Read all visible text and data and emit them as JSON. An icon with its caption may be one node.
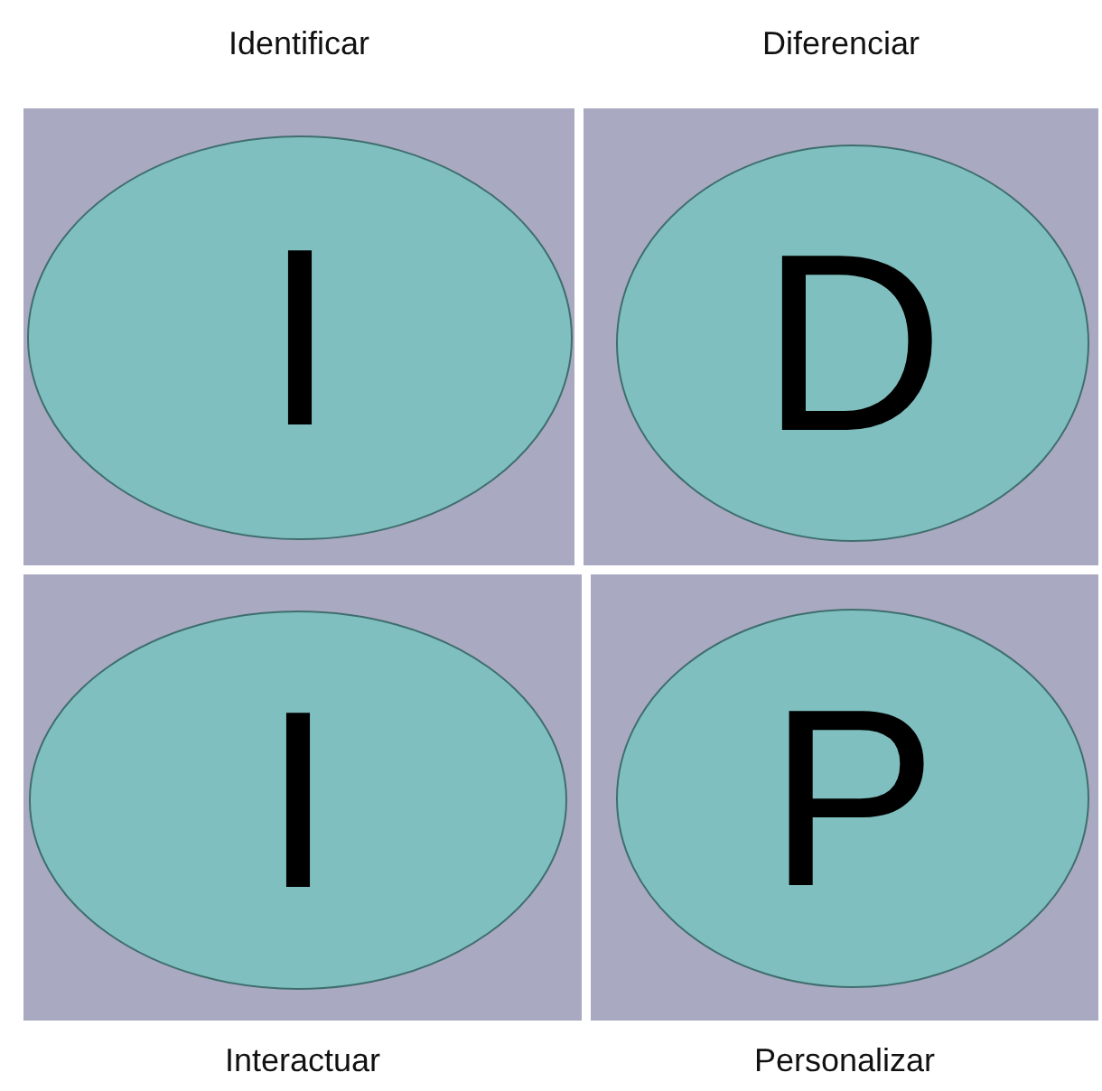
{
  "diagram": {
    "nodes": [
      {
        "text": [
          "Identificar"
        ]
      },
      {
        "text": [
          "I"
        ],
        "in": 0
      },
      {
        "text": [
          "Diferenciar"
        ]
      },
      {
        "text": [
          "D"
        ],
        "in": 2
      },
      {
        "text": [
          "Interactuar"
        ]
      },
      {
        "text": [
          "I"
        ],
        "in": 4
      },
      {
        "text": [
          "Personalizar"
        ]
      },
      {
        "text": [
          "P"
        ],
        "in": 6
      }
    ]
  }
}
